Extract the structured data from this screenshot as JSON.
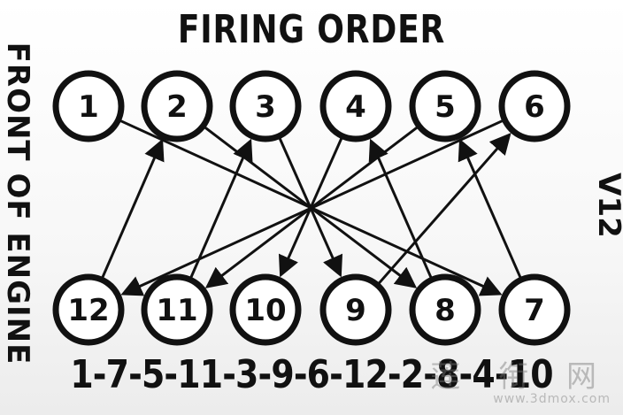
{
  "title": "FIRING ORDER",
  "side_left": "FRONT OF ENGINE",
  "side_right": "V12",
  "top_row": [
    "1",
    "2",
    "3",
    "4",
    "5",
    "6"
  ],
  "bottom_row": [
    "12",
    "11",
    "10",
    "9",
    "8",
    "7"
  ],
  "firing_sequence": [
    "1",
    "7",
    "5",
    "11",
    "3",
    "9",
    "6",
    "12",
    "2",
    "8",
    "4",
    "10"
  ],
  "firing_order_text": "1-7-5-11-3-9-6-12-2-8-4-10",
  "watermark": {
    "chinese": "莲 衔 网",
    "url": "www.3dmox.com"
  },
  "colors": {
    "ink": "#111111",
    "background": "#ffffff",
    "watermark": "#8a8a8a"
  }
}
